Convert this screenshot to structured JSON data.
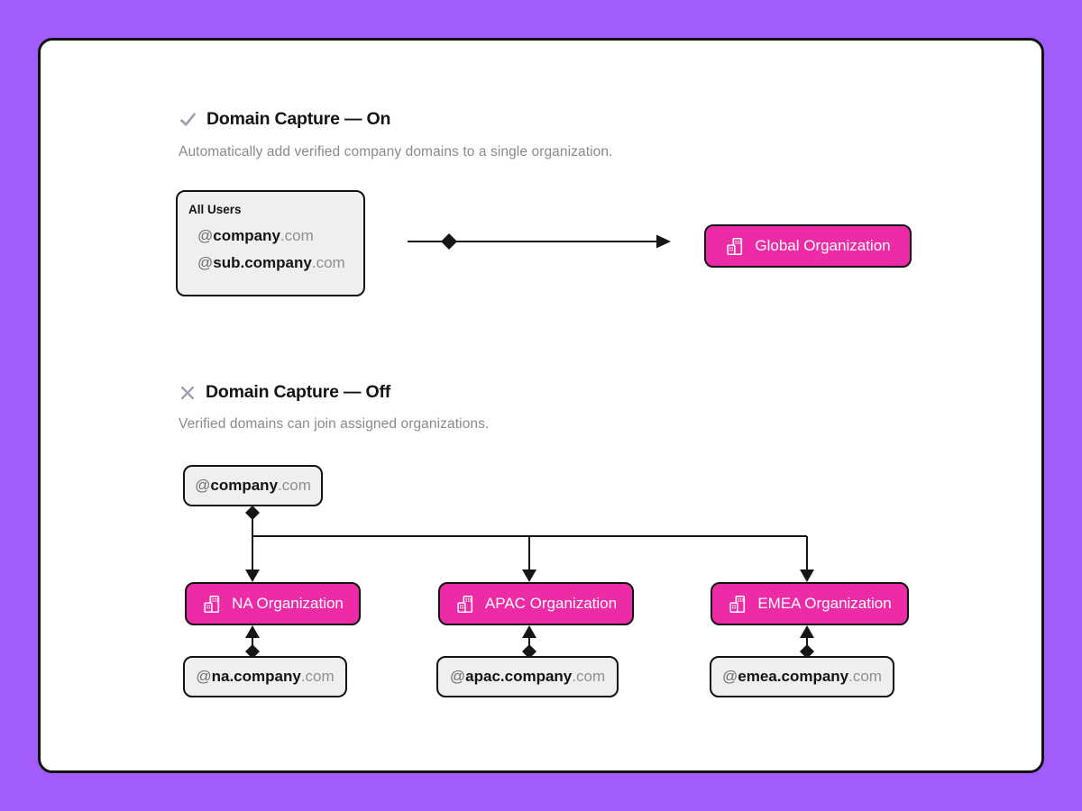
{
  "theme": {
    "background": "#A25BFC",
    "accent_pink": "#EE2BA6",
    "card_bg": "#FFFFFF",
    "box_bg": "#EFEFEF",
    "border_black": "#121212",
    "muted_text": "#8A8A8A",
    "icon_gray": "#9CA3AF"
  },
  "sections": {
    "on": {
      "title": "Domain Capture — On",
      "subtitle": "Automatically add verified company domains to a single organization.",
      "source_box": {
        "label": "All Users",
        "domains": [
          {
            "prefix": "@",
            "bold": "company",
            "suffix": ".com"
          },
          {
            "prefix": "@",
            "bold": "sub.company",
            "suffix": ".com"
          }
        ]
      },
      "target": {
        "label": "Global Organization"
      }
    },
    "off": {
      "title": "Domain Capture — Off",
      "subtitle": "Verified domains can join assigned organizations.",
      "root_domain": {
        "prefix": "@",
        "bold": "company",
        "suffix": ".com"
      },
      "branches": [
        {
          "org": "NA Organization",
          "domain": {
            "prefix": "@",
            "bold": "na.company",
            "suffix": ".com"
          }
        },
        {
          "org": "APAC Organization",
          "domain": {
            "prefix": "@",
            "bold": "apac.company",
            "suffix": ".com"
          }
        },
        {
          "org": "EMEA Organization",
          "domain": {
            "prefix": "@",
            "bold": "emea.company",
            "suffix": ".com"
          }
        }
      ]
    }
  }
}
